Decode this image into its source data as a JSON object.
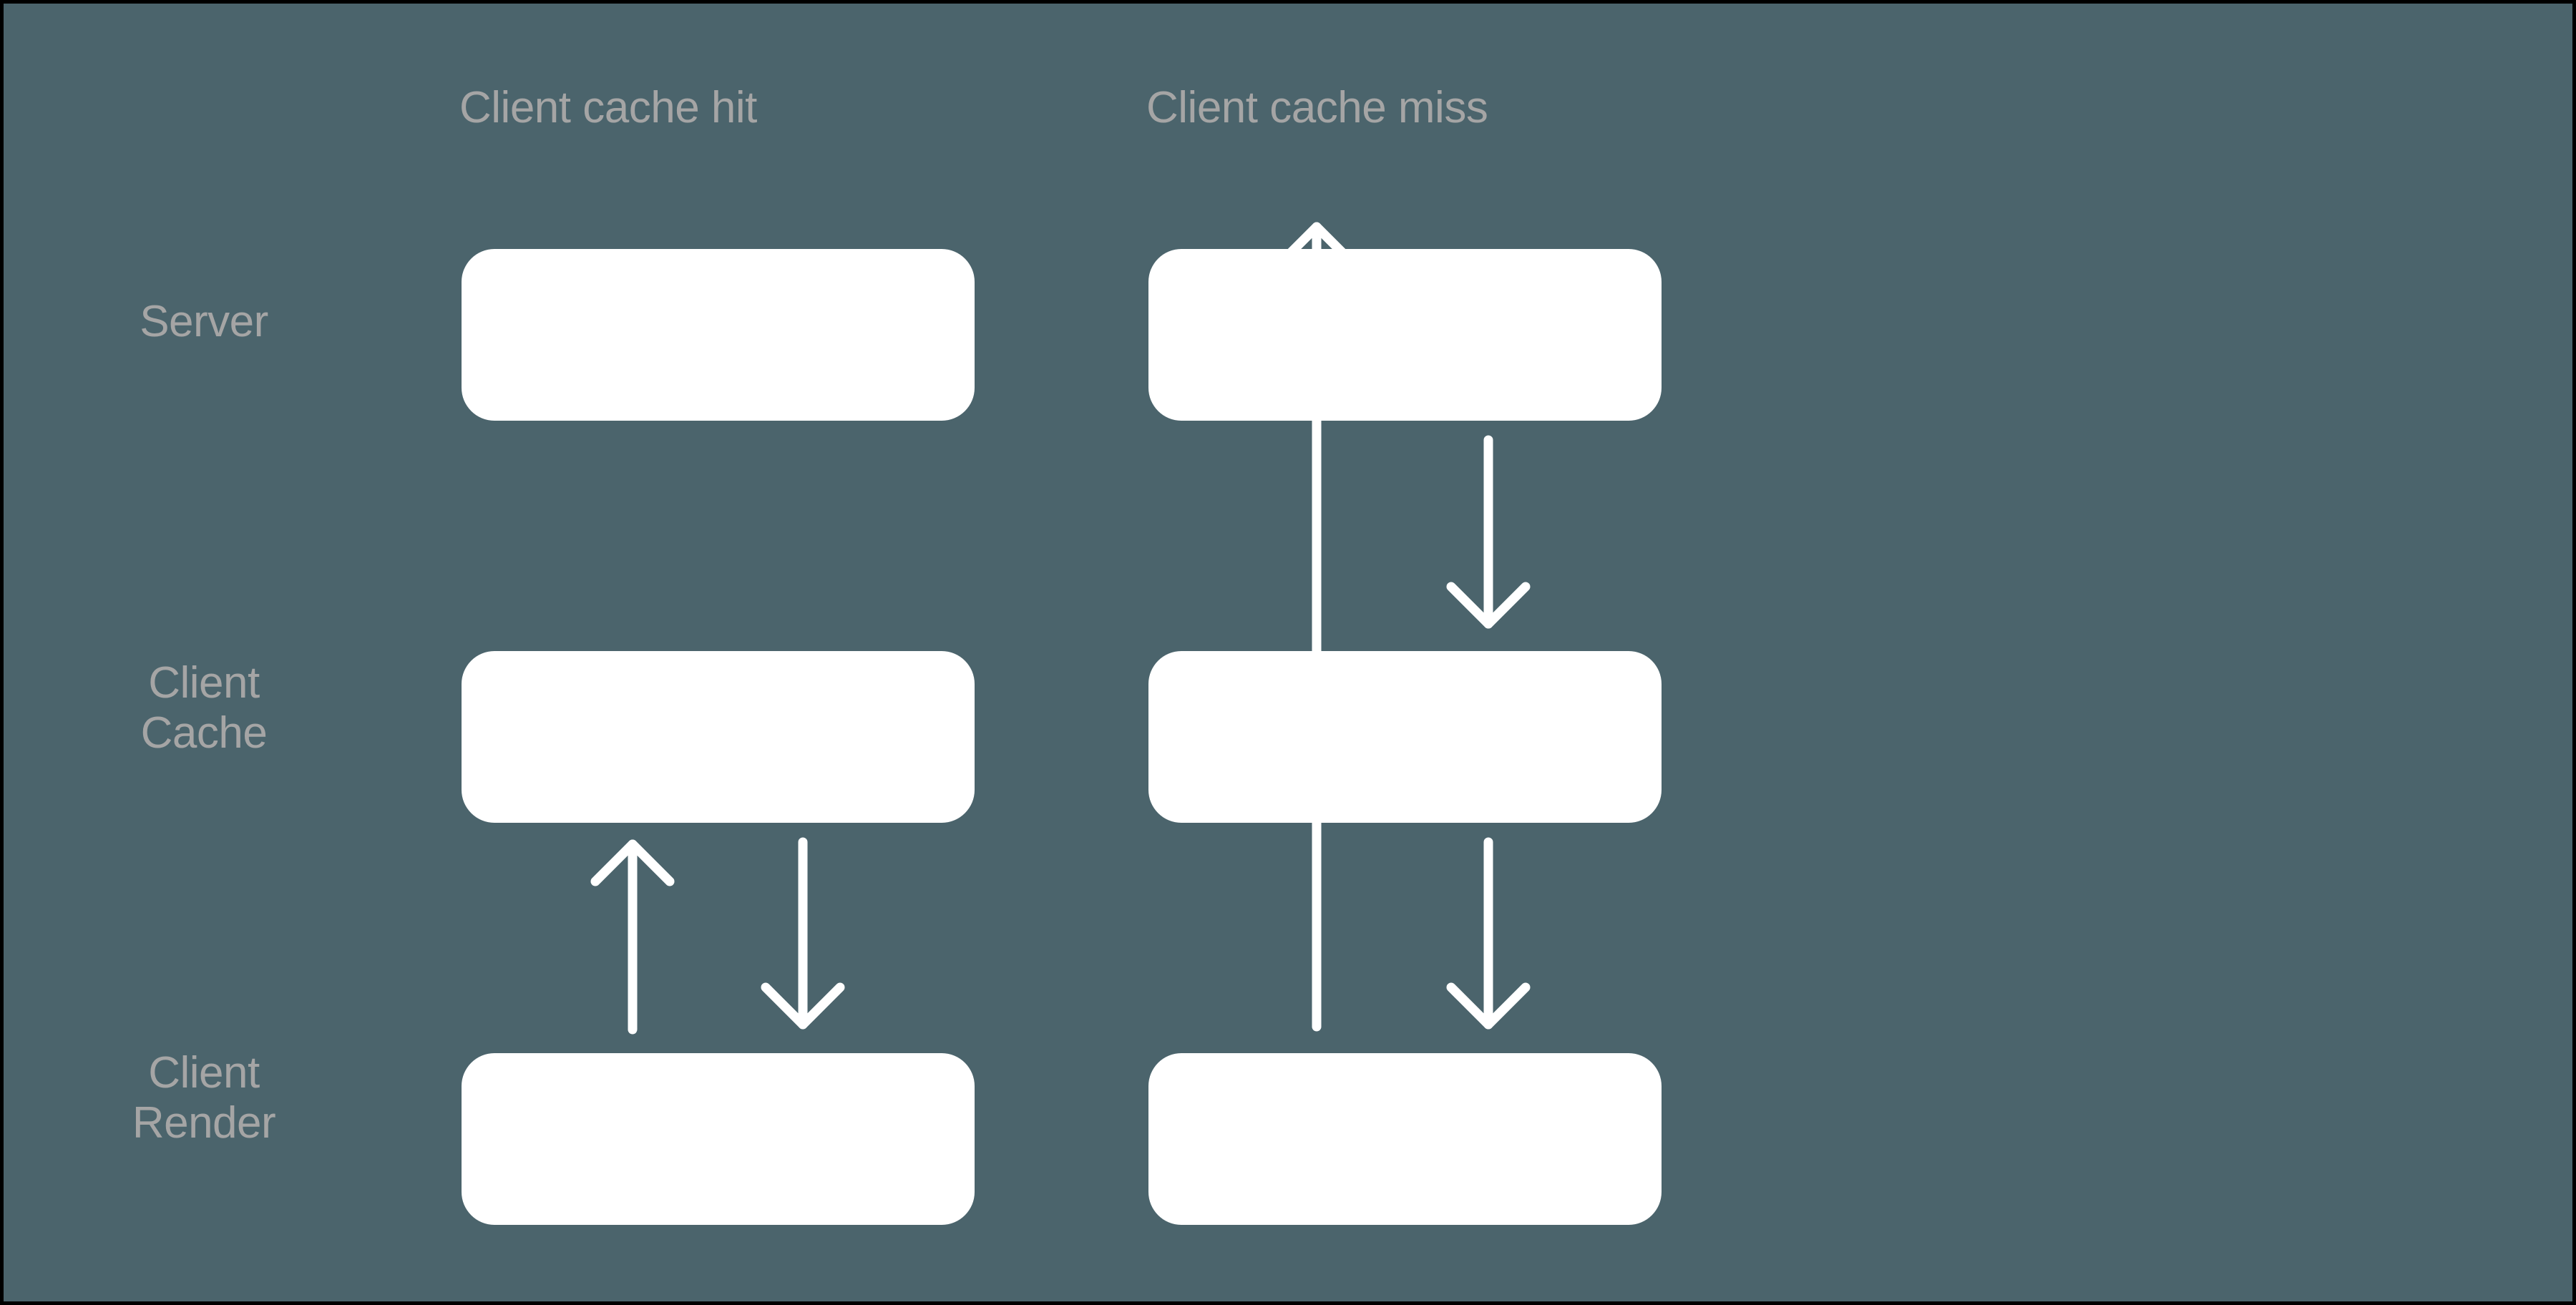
{
  "diagram": {
    "title": "Client cache hit vs client cache miss data flow",
    "background_color": "#4b646c",
    "frame_color": "#000000",
    "node_color": "#ffffff",
    "label_color": "#a5a5a5",
    "arrow_color": "#ffffff",
    "columns": [
      {
        "id": "cache-hit",
        "label": "Client cache hit"
      },
      {
        "id": "cache-miss",
        "label": "Client cache miss"
      }
    ],
    "rows": [
      {
        "id": "server",
        "label": "Server"
      },
      {
        "id": "client-cache",
        "label": "Client\nCache",
        "line1": "Client",
        "line2": "Cache"
      },
      {
        "id": "client-render",
        "label": "Client\nRender",
        "line1": "Client",
        "line2": "Render"
      }
    ],
    "nodes": [
      {
        "id": "hit-server",
        "column": "cache-hit",
        "row": "server",
        "label": ""
      },
      {
        "id": "hit-client-cache",
        "column": "cache-hit",
        "row": "client-cache",
        "label": ""
      },
      {
        "id": "hit-client-render",
        "column": "cache-hit",
        "row": "client-render",
        "label": ""
      },
      {
        "id": "miss-server",
        "column": "cache-miss",
        "row": "server",
        "label": ""
      },
      {
        "id": "miss-client-cache",
        "column": "cache-miss",
        "row": "client-cache",
        "label": ""
      },
      {
        "id": "miss-client-render",
        "column": "cache-miss",
        "row": "client-render",
        "label": ""
      }
    ],
    "arrows": [
      {
        "id": "hit-render-to-cache",
        "column": "cache-hit",
        "from": "hit-client-render",
        "to": "hit-client-cache",
        "direction": "up",
        "label": ""
      },
      {
        "id": "hit-cache-to-render",
        "column": "cache-hit",
        "from": "hit-client-cache",
        "to": "hit-client-render",
        "direction": "down",
        "label": ""
      },
      {
        "id": "miss-render-to-server",
        "column": "cache-miss",
        "from": "miss-client-render",
        "to": "miss-server",
        "direction": "up",
        "through": "miss-client-cache",
        "label": ""
      },
      {
        "id": "miss-server-to-cache",
        "column": "cache-miss",
        "from": "miss-server",
        "to": "miss-client-cache",
        "direction": "down",
        "label": ""
      },
      {
        "id": "miss-cache-to-render",
        "column": "cache-miss",
        "from": "miss-client-cache",
        "to": "miss-client-render",
        "direction": "down",
        "label": ""
      }
    ]
  }
}
